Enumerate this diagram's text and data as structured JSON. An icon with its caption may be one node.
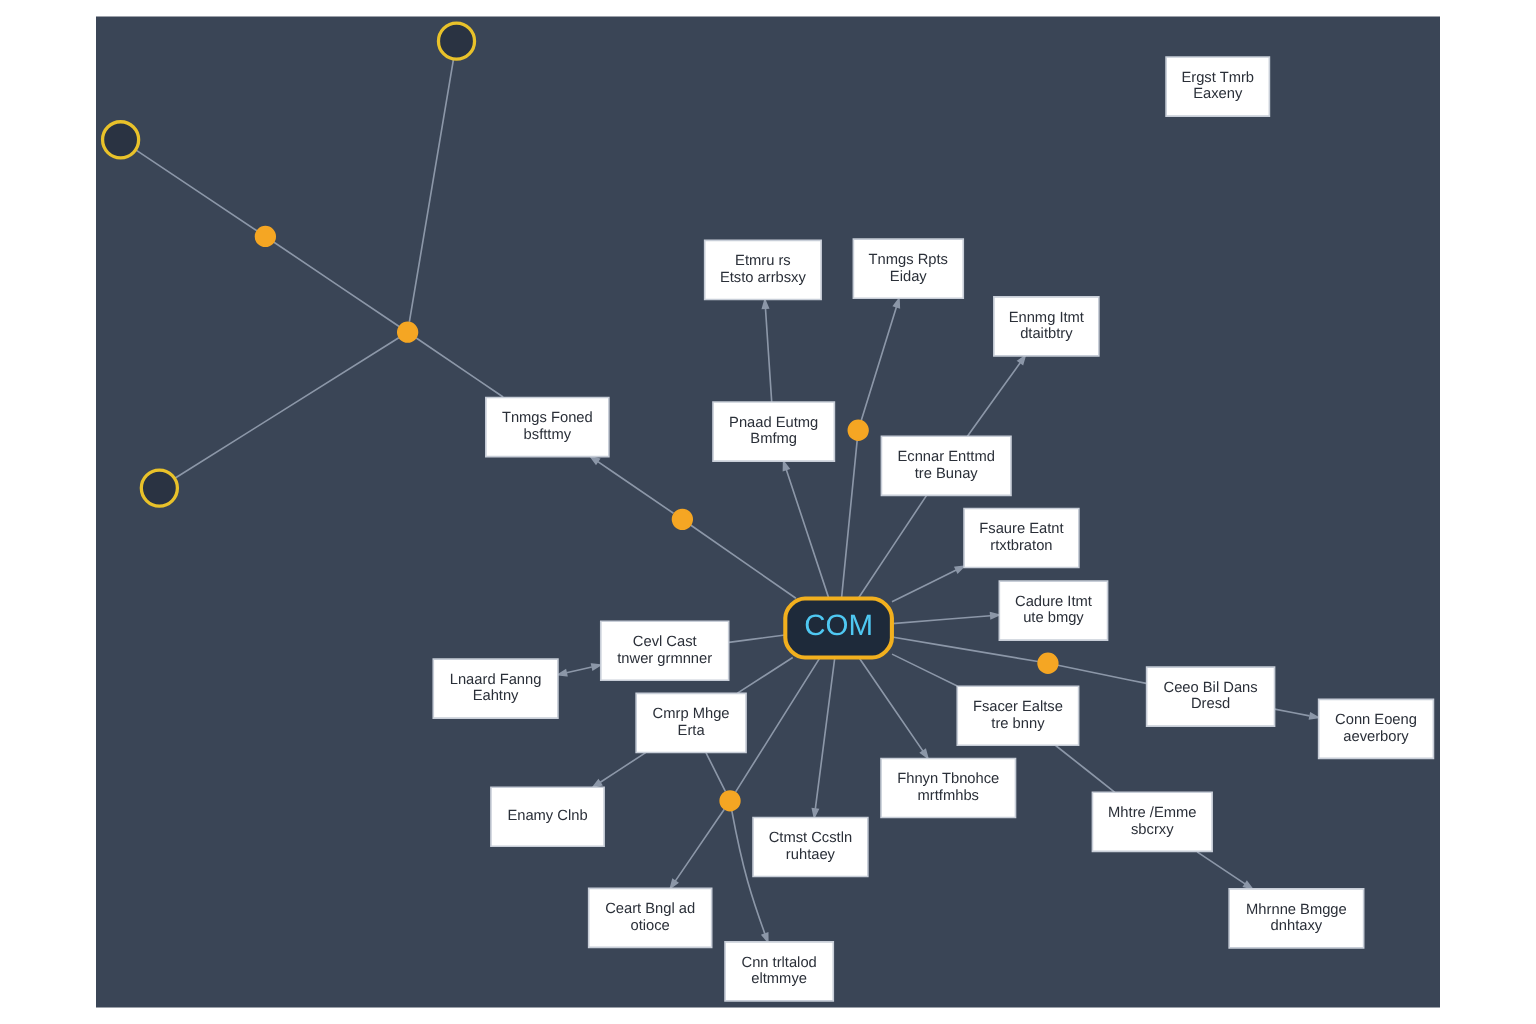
{
  "diagram": {
    "nodes": [
      {
        "text": [
          "Ennmg Itmt dtaitbtry"
        ]
      },
      {
        "text": [
          "Tnmgs Rpts Eiday"
        ]
      },
      {
        "text": [
          "Cadure Itmt ute bmgy"
        ]
      },
      {
        "text": [
          "Etmru rs Etsto arrbsxy"
        ]
      },
      {
        "text": [
          "Ergst Tmrb Eaxeny"
        ]
      },
      {
        "text": [
          "Fsaure Eatnt rtxtbraton"
        ]
      },
      {
        "text": [
          "Ecnnar Enttmd tre Bunay"
        ]
      },
      {
        "text": [],
        "shape": "circle"
      },
      {
        "text": [
          "Pnaad Eutmg Bmfmg"
        ]
      },
      {
        "text": [],
        "shape": "circle"
      },
      {
        "text": [
          "Mhrnne Bmgge dnhtaxy"
        ]
      },
      {
        "text": [
          "Fsacer Ealtse tre bnny"
        ]
      },
      {
        "text": [
          "Mhtre /Emme sbcrxy"
        ]
      },
      {
        "text": [
          "COM"
        ]
      },
      {
        "text": [],
        "shape": "circle"
      },
      {
        "text": [
          "Tnmgs Foned bsfttmy"
        ]
      },
      {
        "text": [],
        "shape": "circle"
      },
      {
        "text": [],
        "shape": "circle"
      },
      {
        "text": [],
        "shape": "circle"
      },
      {
        "text": [
          "Ceeo Bil Dans Dresd"
        ]
      },
      {
        "text": [],
        "shape": "circle"
      },
      {
        "text": [
          "Cevl Cast tnwer grmnner"
        ]
      },
      {
        "text": [
          "Lnaard Fanng Eahtny"
        ]
      },
      {
        "text": [],
        "shape": "circle"
      },
      {
        "text": [
          "Conn Eoeng aeverbory"
        ]
      },
      {
        "text": [
          "Cmrp Mhge Erta"
        ]
      },
      {
        "text": [],
        "shape": "circle"
      },
      {
        "text": [
          "Ceart Bngl ad otioce"
        ]
      },
      {
        "text": [
          "Cnn trltalod eltmmye"
        ]
      },
      {
        "text": [
          "Enamy Clnb"
        ]
      },
      {
        "text": [
          "Ctmst Ccstln ruhtaey"
        ]
      },
      {
        "text": [
          "Fhnyn Tbnohce mrtfmhbs"
        ]
      }
    ],
    "edges": [
      {
        "from": 6,
        "to": 0,
        "arrow": "to"
      },
      {
        "from": 13,
        "to": 6,
        "arrow": "none"
      },
      {
        "from": 13,
        "to": 2,
        "arrow": "to"
      },
      {
        "from": 13,
        "to": 5,
        "arrow": "to"
      },
      {
        "from": 12,
        "to": 10,
        "arrow": "to"
      },
      {
        "from": 12,
        "to": 11,
        "arrow": "none"
      },
      {
        "from": 11,
        "to": 13,
        "arrow": "none"
      },
      {
        "from": 13,
        "to": 7,
        "arrow": "none"
      },
      {
        "from": 7,
        "to": 1,
        "arrow": "to"
      },
      {
        "from": 13,
        "to": 8,
        "arrow": "to"
      },
      {
        "from": 8,
        "to": 3,
        "arrow": "to"
      },
      {
        "from": 13,
        "to": 14,
        "arrow": "none"
      },
      {
        "from": 14,
        "to": 15,
        "arrow": "to"
      },
      {
        "from": 15,
        "to": 16,
        "arrow": "none"
      },
      {
        "from": 16,
        "to": 9,
        "arrow": "none"
      },
      {
        "from": 16,
        "to": 17,
        "arrow": "none"
      },
      {
        "from": 17,
        "to": 18,
        "arrow": "none"
      },
      {
        "from": 16,
        "to": 23,
        "arrow": "none"
      },
      {
        "from": 19,
        "to": 24,
        "arrow": "to"
      },
      {
        "from": 19,
        "to": 20,
        "arrow": "none"
      },
      {
        "from": 20,
        "to": 13,
        "arrow": "none"
      },
      {
        "from": 21,
        "to": 22,
        "arrow": "both"
      },
      {
        "from": 13,
        "to": 21,
        "arrow": "none"
      },
      {
        "from": 13,
        "to": 25,
        "arrow": "none"
      },
      {
        "from": 13,
        "to": 26,
        "arrow": "none"
      },
      {
        "from": 26,
        "to": 28,
        "arrow": "to"
      },
      {
        "from": 25,
        "to": 26,
        "arrow": "none"
      },
      {
        "from": 26,
        "to": 27,
        "arrow": "to"
      },
      {
        "from": 13,
        "to": 31,
        "arrow": "to"
      },
      {
        "from": 13,
        "to": 30,
        "arrow": "to"
      },
      {
        "from": 25,
        "to": 29,
        "arrow": "to"
      }
    ]
  }
}
